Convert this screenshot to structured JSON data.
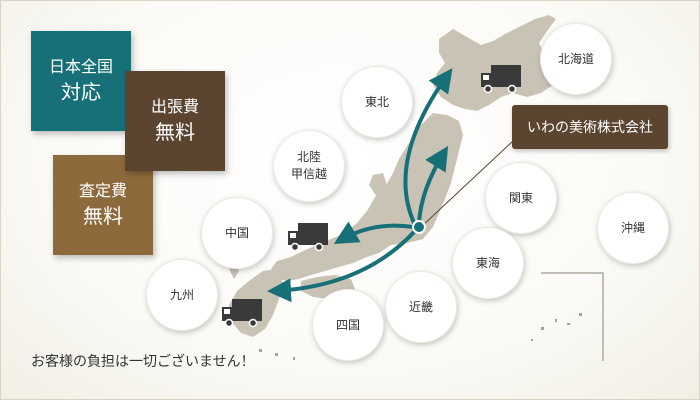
{
  "colors": {
    "teal": "#177078",
    "dark_brown": "#5b4530",
    "light_brown": "#8d6a3b",
    "land": "#c9c3b6",
    "arrow": "#177078"
  },
  "badges": {
    "nationwide": {
      "line1": "日本全国",
      "line2": "対応"
    },
    "travel": {
      "line1": "出張費",
      "line2": "無料"
    },
    "appraisal": {
      "line1": "査定費",
      "line2": "無料"
    }
  },
  "company": {
    "name": "いわの美術株式会社"
  },
  "regions": {
    "hokkaido": "北海道",
    "tohoku": "東北",
    "hokuriku_line1": "北陸",
    "hokuriku_line2": "甲信越",
    "kanto": "関東",
    "okinawa": "沖縄",
    "chugoku": "中国",
    "tokai": "東海",
    "kyushu": "九州",
    "kinki": "近畿",
    "shikoku": "四国"
  },
  "footer": {
    "note": "お客様の負担は一切ございません！"
  },
  "icons": [
    "truck-icon",
    "truck-icon",
    "truck-icon",
    "location-pin-icon"
  ]
}
